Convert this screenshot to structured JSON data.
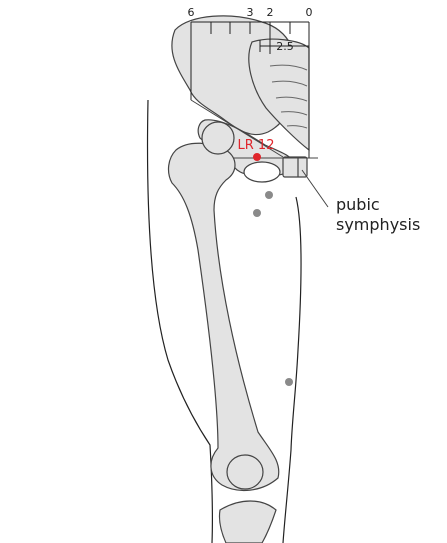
{
  "colors": {
    "bone_fill": "#e3e3e3",
    "bone_stroke": "#444444",
    "skin_stroke": "#222222",
    "acupoint_active": "#e0252b",
    "acupoint_other": "#8a8a8a"
  },
  "scale": {
    "labels": [
      "6",
      "3",
      "2",
      "0"
    ],
    "measure_label": "2.5"
  },
  "acupoint": {
    "label": "LR 12",
    "icon": "red-dot"
  },
  "annotation": {
    "line1": "pubic",
    "line2": "symphysis"
  }
}
